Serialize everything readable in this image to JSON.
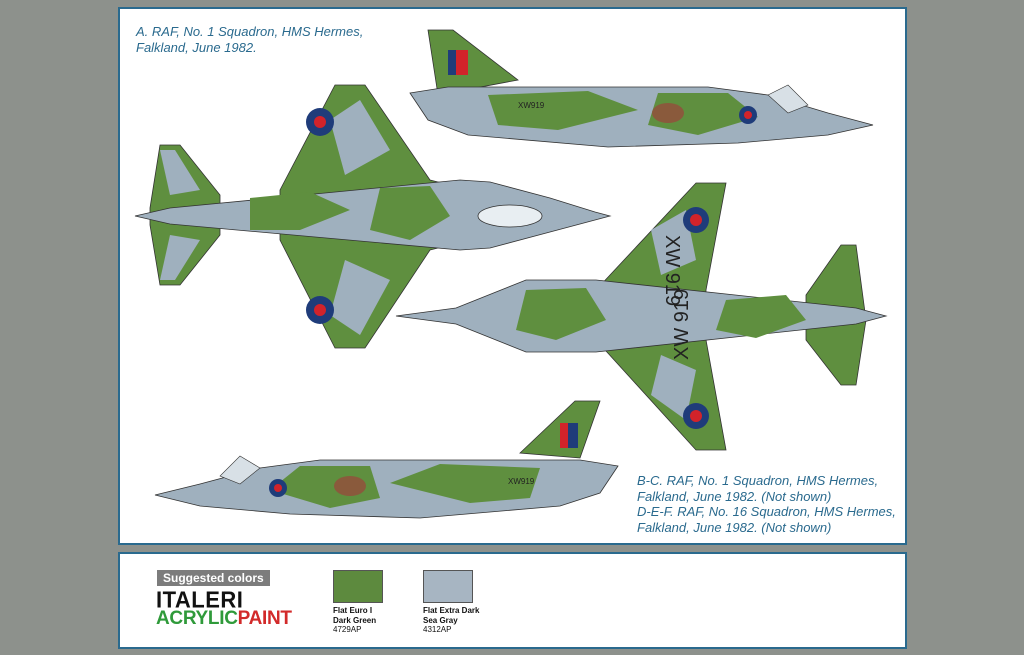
{
  "captions": {
    "a": "A. RAF, No. 1 Squadron, HMS Hermes,\nFalkland, June 1982.",
    "bf": "B-C. RAF, No. 1 Squadron, HMS Hermes,\nFalkland, June 1982. (Not shown)\nD-E-F. RAF, No. 16 Squadron, HMS Hermes,\nFalkland, June 1982. (Not shown)"
  },
  "aircraft": {
    "serial_side": "XW919",
    "serial_underside": "XW 919"
  },
  "legend": {
    "badge": "Suggested colors",
    "brand_line1": "ITALERI",
    "brand_line2a": "ACRYLIC",
    "brand_line2b": "PAINT",
    "colors": [
      {
        "name_line1": "Flat Euro I",
        "name_line2": "Dark Green",
        "code": "4729AP",
        "hex": "#5d8a3e"
      },
      {
        "name_line1": "Flat Extra Dark",
        "name_line2": "Sea Gray",
        "code": "4312AP",
        "hex": "#a7b5c2"
      }
    ]
  },
  "palette": {
    "green": "#5f8f3f",
    "gray": "#9fb0be",
    "roundel_blue": "#1f3c7a",
    "roundel_red": "#d2232a",
    "brown": "#8a5a3c"
  }
}
